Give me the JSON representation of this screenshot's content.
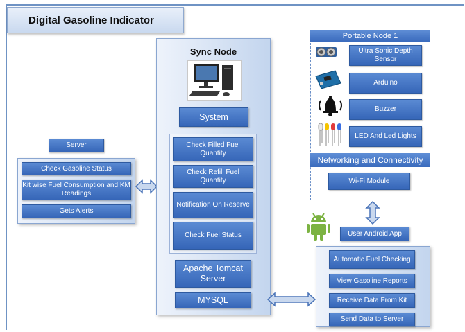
{
  "title": "Digital Gasoline Indicator",
  "server": {
    "label": "Server",
    "items": [
      "Check Gasoline Status",
      "Kit wise Fuel Consumption and KM Readings",
      "Gets Alerts"
    ]
  },
  "sync_node": {
    "label": "Sync Node",
    "system": "System",
    "items": [
      "Check Filled Fuel Quantity",
      "Check Refill Fuel Quantity",
      "Notification On Reserve",
      "Check Fuel Status"
    ],
    "tomcat": "Apache Tomcat Server",
    "mysql": "MYSQL"
  },
  "portable_node": {
    "label": "Portable Node 1",
    "items": [
      "Ultra Sonic Depth Sensor",
      "Arduino",
      "Buzzer",
      "LED And Led Lights"
    ],
    "networking": "Networking and Connectivity",
    "wifi": "Wi-Fi Module"
  },
  "android_app": {
    "label": "User Android App",
    "items": [
      "Automatic Fuel Checking",
      "View Gasoline Reports",
      "Receive Data From Kit",
      "Send Data to Server"
    ]
  },
  "colors": {
    "accent": "#3a6bbd",
    "panel": "#c3d5ee",
    "android": "#7cb342"
  },
  "icons": [
    "computer-icon",
    "ultrasonic-sensor-icon",
    "arduino-board-icon",
    "bell-icon",
    "led-icon",
    "android-icon",
    "double-arrow-icon"
  ]
}
